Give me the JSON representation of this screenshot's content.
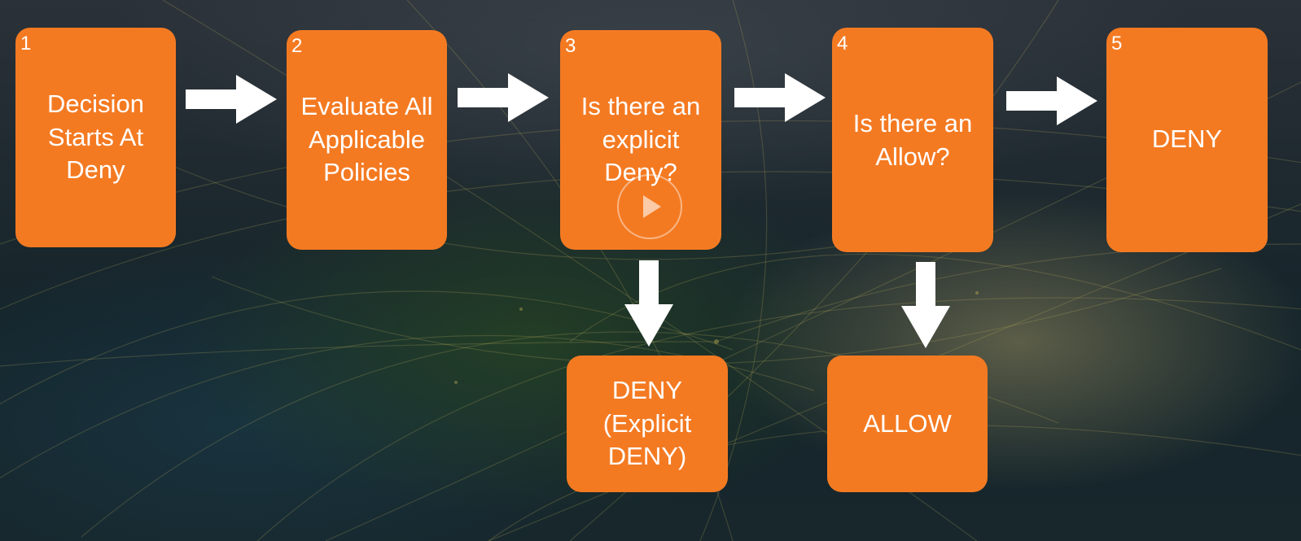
{
  "steps": [
    {
      "number": "1",
      "text": "Decision\nStarts At\nDeny"
    },
    {
      "number": "2",
      "text": "Evaluate All\nApplicable\nPolicies"
    },
    {
      "number": "3",
      "text": "Is there an\nexplicit\nDeny?"
    },
    {
      "number": "4",
      "text": "Is there an\nAllow?"
    },
    {
      "number": "5",
      "text": "DENY"
    }
  ],
  "outcomes": {
    "explicit_deny": "DENY\n(Explicit\nDENY)",
    "allow": "ALLOW"
  },
  "colors": {
    "box": "#f47a22",
    "text": "#ffffff",
    "arrow": "#ffffff"
  },
  "icons": {
    "play": "play-icon"
  }
}
